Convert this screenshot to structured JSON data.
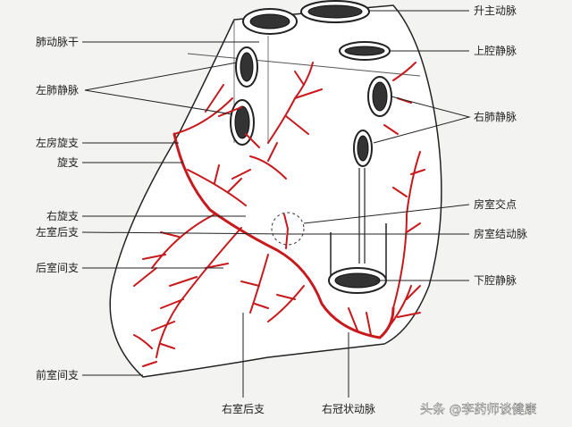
{
  "labels_right": {
    "ascending_aorta": "升主动脉",
    "superior_vena_cava": "上腔静脉",
    "right_pulmonary_veins": "右肺静脉",
    "crux": "房室交点",
    "av_node_artery": "房室结动脉",
    "inferior_vena_cava": "下腔静脉"
  },
  "labels_left": {
    "pulmonary_trunk": "肺动脉干",
    "left_pulmonary_veins": "左肺静脉",
    "left_atrial_circumflex": "左房旋支",
    "circumflex": "旋支",
    "right_circumflex": "右旋支",
    "left_ventricular_posterior": "左室后支",
    "posterior_interventricular": "后室间支",
    "anterior_interventricular": "前室间支"
  },
  "labels_bottom": {
    "right_ventricular_posterior": "右室后支",
    "right_coronary_artery": "右冠状动脉"
  },
  "watermark": "头条 @李药师谈健康",
  "colors": {
    "artery": "#c8191c",
    "background": "#f3f3f1"
  }
}
